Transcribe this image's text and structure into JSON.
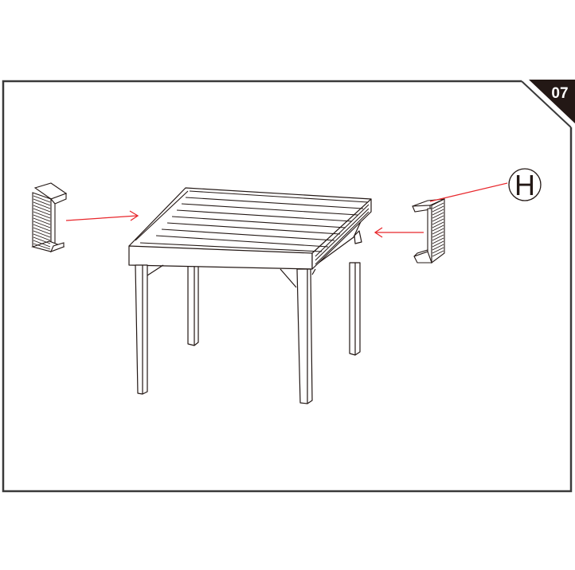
{
  "step": {
    "number": "07",
    "badge_color": "#231815",
    "badge_text_color": "#ffffff"
  },
  "frame": {
    "border_color": "#3a3a3a"
  },
  "diagram": {
    "subject": "square-slatted-table",
    "parts": [
      {
        "id": "end-cap-left",
        "label": ""
      },
      {
        "id": "end-cap-right",
        "label": "H"
      }
    ],
    "callout": {
      "label": "H"
    },
    "arrow_color": "#e8262b",
    "line_color": "#231815"
  }
}
